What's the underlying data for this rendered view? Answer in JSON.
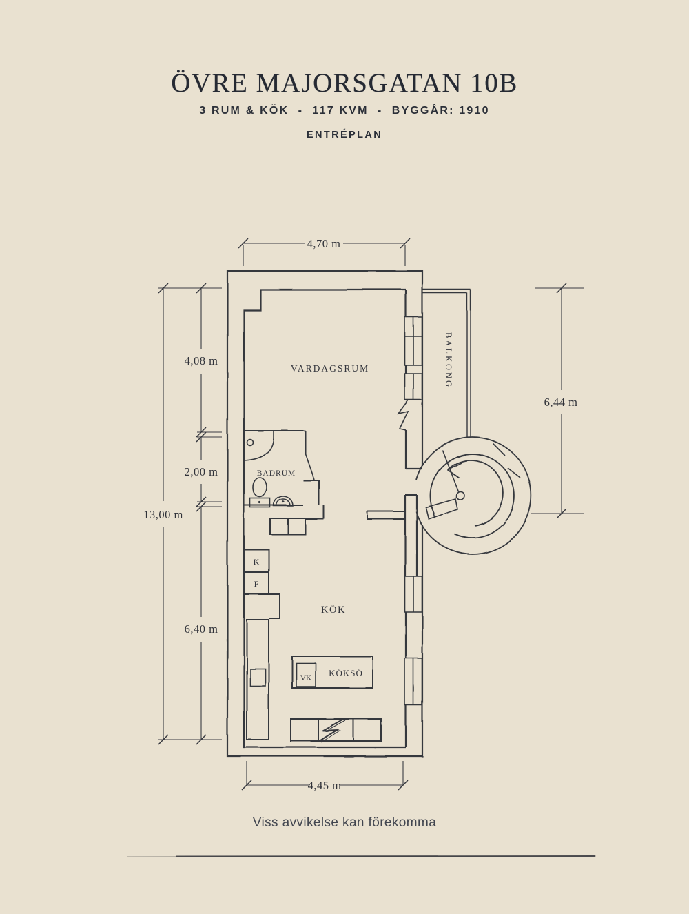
{
  "header": {
    "title": "ÖVRE MAJORSGATAN 10B",
    "subtitle": "3 RUM & KÖK  -  117 KVM  -  BYGGÅR: 1910",
    "plan_level": "ENTRÉPLAN"
  },
  "footer": {
    "disclaimer": "Viss avvikelse kan förekomma"
  },
  "colors": {
    "background": "#e9e1d0",
    "ink": "#35373e",
    "title_ink": "#262a33"
  },
  "floorplan": {
    "rooms": {
      "vardagsrum": "VARDAGSRUM",
      "balkong": "BALKONG",
      "badrum": "BADRUM",
      "kok": "KÖK"
    },
    "fixtures": {
      "kokso": "KÖKSÖ",
      "vk": "VK",
      "kyl": "K",
      "frys": "F"
    },
    "dimensions": {
      "top": "4,70 m",
      "left_upper": "4,08 m",
      "left_mid": "2,00 m",
      "left_total": "13,00 m",
      "left_lower": "6,40 m",
      "right": "6,44 m",
      "bottom": "4,45 m"
    }
  }
}
